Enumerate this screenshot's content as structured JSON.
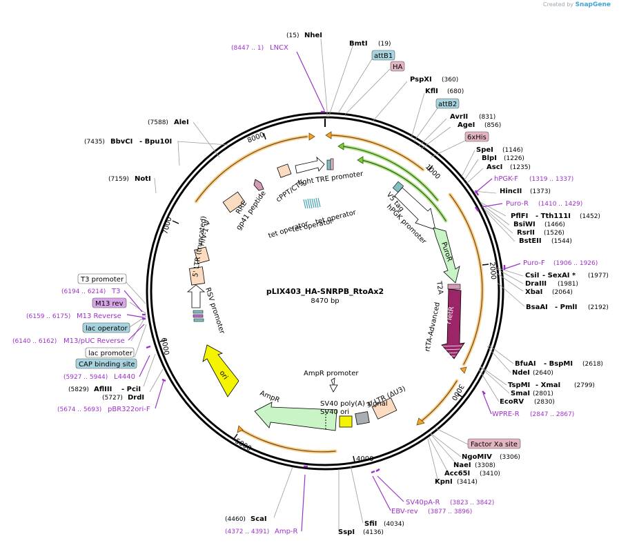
{
  "credit": {
    "prefix": "Created by",
    "brand": "SnapGene"
  },
  "plasmid": {
    "name": "pLIX403_HA-SNRPB_RtoAx2",
    "size": "8470 bp"
  },
  "ticks": [
    "1000",
    "2000",
    "3000",
    "4000",
    "5000",
    "6000",
    "7000",
    "8000"
  ],
  "enzymes": [
    {
      "pos": "(15)",
      "name": "NheI"
    },
    {
      "name": "BmtI",
      "pos": "(19)"
    },
    {
      "name": "PspXI",
      "pos": "(360)"
    },
    {
      "name": "KflI",
      "pos": "(680)"
    },
    {
      "name": "AvrII",
      "pos": "(831)"
    },
    {
      "name": "AgeI",
      "pos": "(856)"
    },
    {
      "name": "SpeI",
      "pos": "(1146)"
    },
    {
      "name": "BlpI",
      "pos": "(1226)"
    },
    {
      "name": "AscI",
      "pos": "(1235)"
    },
    {
      "name": "HincII",
      "pos": "(1373)"
    },
    {
      "name": "PflFI",
      "name2": "- Tth111I",
      "pos": "(1452)"
    },
    {
      "name": "BsiWI",
      "pos": "(1466)"
    },
    {
      "name": "RsrII",
      "pos": "(1526)"
    },
    {
      "name": "BstEII",
      "pos": "(1544)"
    },
    {
      "name": "CsiI",
      "name2": "- SexAI *",
      "pos": "(1977)"
    },
    {
      "name": "DraIII",
      "pos": "(1981)"
    },
    {
      "name": "XbaI",
      "pos": "(2064)"
    },
    {
      "name": "BsaAI",
      "name2": "- PmlI",
      "pos": "(2192)"
    },
    {
      "name": "BfuAI",
      "name2": "- BspMI",
      "pos": "(2618)"
    },
    {
      "name": "NdeI",
      "pos": "(2640)"
    },
    {
      "name": "TspMI",
      "name2": "- XmaI",
      "pos": "(2799)"
    },
    {
      "name": "SmaI",
      "pos": "(2801)"
    },
    {
      "name": "EcoRV",
      "pos": "(2830)"
    },
    {
      "name": "NgoMIV",
      "pos": "(3306)"
    },
    {
      "name": "NaeI",
      "pos": "(3308)"
    },
    {
      "name": "Acc65I",
      "pos": "(3410)"
    },
    {
      "name": "KpnI",
      "pos": "(3414)"
    },
    {
      "name": "SfiI",
      "pos": "(4034)"
    },
    {
      "name": "SspI",
      "pos": "(4136)"
    },
    {
      "pos": "(4460)",
      "name": "ScaI"
    },
    {
      "pos": "(5727)",
      "name": "DrdI"
    },
    {
      "pos": "(5829)",
      "name": "AflIII",
      "name2": "- PciI"
    },
    {
      "pos": "(7159)",
      "name": "NotI"
    },
    {
      "pos": "(7435)",
      "name": "BbvCI",
      "name2": "- Bpu10I"
    },
    {
      "pos": "(7588)",
      "name": "AleI"
    }
  ],
  "primers": [
    {
      "pos": "(8447 .. 1)",
      "name": "LNCX"
    },
    {
      "name": "hPGK-F",
      "pos": "(1319 .. 1337)"
    },
    {
      "name": "Puro-R",
      "pos": "(1410 .. 1429)"
    },
    {
      "name": "Puro-F",
      "pos": "(1906 .. 1926)"
    },
    {
      "name": "WPRE-R",
      "pos": "(2847 .. 2867)"
    },
    {
      "name": "SV40pA-R",
      "pos": "(3823 .. 3842)"
    },
    {
      "name": "EBV-rev",
      "pos": "(3877 .. 3896)"
    },
    {
      "pos": "(4372 .. 4391)",
      "name": "Amp-R"
    },
    {
      "pos": "(5674 .. 5693)",
      "name": "pBR322ori-F"
    },
    {
      "pos": "(5927 .. 5944)",
      "name": "L4440"
    },
    {
      "pos": "(6140 .. 6162)",
      "name": "M13/pUC Reverse"
    },
    {
      "pos": "(6159 .. 6175)",
      "name": "M13 Reverse"
    },
    {
      "pos": "(6194 .. 6214)",
      "name": "T3"
    }
  ],
  "boxed": [
    {
      "label": "attB1",
      "color": "#a7d4df"
    },
    {
      "label": "HA",
      "color": "#e2b5c0"
    },
    {
      "label": "attB2",
      "color": "#a7d4df"
    },
    {
      "label": "6xHis",
      "color": "#e2b5c0"
    },
    {
      "label": "Factor Xa site",
      "color": "#e2b5c0"
    },
    {
      "label": "T3 promoter",
      "color": "#ffffff"
    },
    {
      "label": "M13 rev",
      "color": "#d8a6e6"
    },
    {
      "label": "lac operator",
      "color": "#a7d4df"
    },
    {
      "label": "lac promoter",
      "color": "#ffffff"
    },
    {
      "label": "CAP binding site",
      "color": "#a7d4df"
    }
  ],
  "features": {
    "tight_tre": "tight TRE promoter",
    "tet_op1": "tet operator",
    "tet_op2": "tet operator",
    "tet_op3": "tet operator",
    "v5": "V5 tag",
    "hpgk": "hPGK promoter",
    "puror": "PuroR",
    "t2a": "T2A",
    "rtta": "rtTA-Advanced",
    "rtetr": "rTetR",
    "ampr_prom": "AmpR promoter",
    "sv40pa": "SV40 poly(A) signal",
    "ltr3": "3' LTR (ΔU3)",
    "sv40ori": "SV40 ori",
    "ampr": "AmpR",
    "ori": "ori",
    "rsv": "RSV promoter",
    "ltr5": "5' LTR (truncated)",
    "hiv": "HIV-1 Ψ",
    "rre": "RRE",
    "gp41": "gp41 peptide",
    "cppt": "cPPT/CTS"
  },
  "colors": {
    "primer": "#9b31c8",
    "orf_orange": "#f4a422",
    "orf_green": "#7ccd37",
    "puror": "#c9f5c6",
    "rtta": "#9b2667",
    "ori": "#f4f400",
    "ltr": "#fbdcc0"
  }
}
